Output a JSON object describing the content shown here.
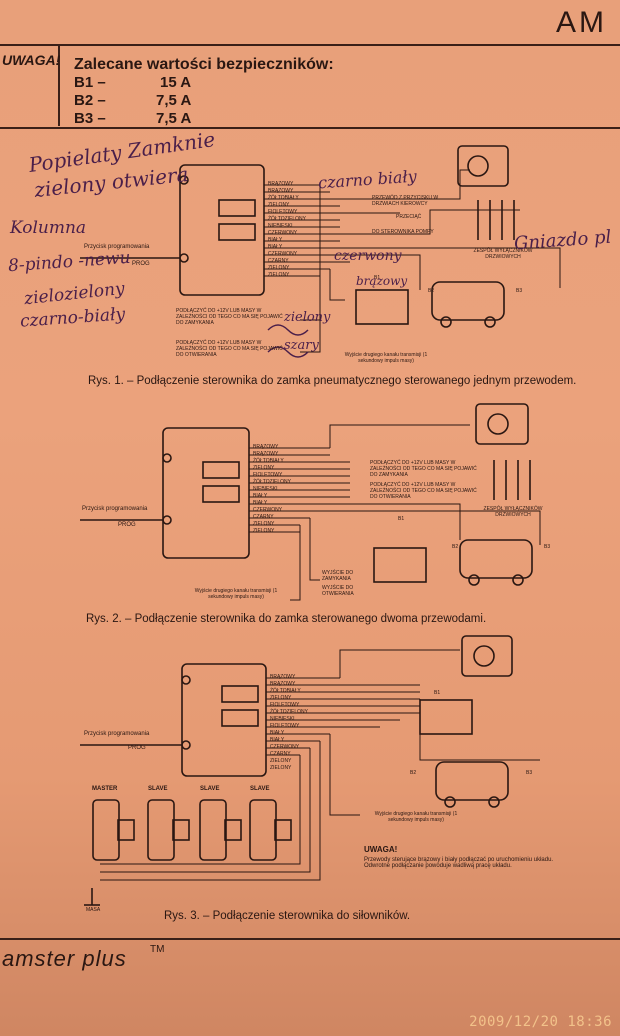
{
  "header": {
    "brand_corner": "AM",
    "warning_label": "UWAGA!",
    "fuse_title": "Zalecane wartości bezpieczników:",
    "fuses": [
      {
        "name": "B1 –",
        "value": "15 A"
      },
      {
        "name": "B2 –",
        "value": "7,5 A"
      },
      {
        "name": "B3 –",
        "value": "7,5 A"
      }
    ]
  },
  "figure1": {
    "caption": "Rys. 1. – Podłączenie sterownika do zamka pneumatycznego sterowanego jednym przewodem.",
    "wires": [
      "BRĄZOWY",
      "BRĄZOWY",
      "ŻÓŁTOBIAŁY",
      "ZIELONY",
      "FIOLETOWY",
      "ŻÓŁTOZIELONY",
      "NIEBIESKI",
      "CZERWONY",
      "BIAŁY",
      "BIAŁY",
      "CZERWONY",
      "CZARNY",
      "ZIELONY",
      "ZIELONY"
    ],
    "prog_label": "Przycisk programowania",
    "prog_sub": "PROG",
    "note_top": "PRZEWÓD Z PRZYCISKU W DRZWIACH KIEROWCY",
    "note_cut": "PRZECIĄĆ",
    "note_pump": "DO STEROWNIKA POMPY",
    "ignition_label": "ZESPÓŁ WYŁĄCZNIKÓW DRZWIOWYCH",
    "note_close": "PODŁĄCZYĆ DO +12V LUB MASY W ZALEŻNOŚCI OD TEGO CO MA SIĘ POJAWIĆ DO ZAMYKANIA",
    "note_open": "PODŁĄCZYĆ DO +12V LUB MASY W ZALEŻNOŚCI OD TEGO CO MA SIĘ POJAWIĆ DO OTWIERANIA",
    "second_channel": "Wyjście drugiego kanału transmisji (1 sekundowy impuls masy)",
    "fuse_b1": "B1",
    "fuse_b2": "B2",
    "fuse_b3": "B3"
  },
  "figure2": {
    "caption": "Rys. 2. – Podłączenie sterownika do zamka sterowanego dwoma przewodami.",
    "wires": [
      "BRĄZOWY",
      "BRĄZOWY",
      "ŻÓŁTOBIAŁY",
      "ZIELONY",
      "FIOLETOWY",
      "ŻÓŁTOZIELONY",
      "NIEBIESKI",
      "BIAŁY",
      "BIAŁY",
      "CZERWONY",
      "CZARNY",
      "ZIELONY",
      "ZIELONY"
    ],
    "prog_label": "Przycisk programowania",
    "prog_sub": "PROG",
    "note_close": "PODŁĄCZYĆ DO +12V LUB MASY W ZALEŻNOŚCI OD TEGO CO MA SIĘ POJAWIĆ DO ZAMYKANIA",
    "note_open": "PODŁĄCZYĆ DO +12V LUB MASY W ZALEŻNOŚCI OD TEGO CO MA SIĘ POJAWIĆ DO OTWIERANIA",
    "out_close": "WYJŚCIE DO ZAMYKANIA",
    "out_open": "WYJŚCIE DO OTWIERANIA",
    "second_channel": "Wyjście drugiego kanału transmisji (1 sekundowy impuls masy)",
    "ignition_label": "ZESPÓŁ WYŁĄCZNIKÓW DRZWIOWYCH",
    "fuse_b1": "B1",
    "fuse_b2": "B2",
    "fuse_b3": "B3"
  },
  "figure3": {
    "caption": "Rys. 3. – Podłączenie sterownika do siłowników.",
    "wires": [
      "BRĄZOWY",
      "BRĄZOWY",
      "ŻÓŁTOBIAŁY",
      "ZIELONY",
      "FIOLETOWY",
      "ŻÓŁTOZIELONY",
      "NIEBIESKI",
      "FIOLETOWY",
      "BIAŁY",
      "BIAŁY",
      "CZERWONY",
      "CZARNY",
      "ZIELONY",
      "ZIELONY"
    ],
    "prog_label": "Przycisk programowania",
    "prog_sub": "PROG",
    "actuators": [
      "MASTER",
      "SLAVE",
      "SLAVE",
      "SLAVE"
    ],
    "ground": "MASA",
    "second_channel": "Wyjście drugiego kanału transmisji (1 sekundowy impuls masy)",
    "warning_title": "UWAGA!",
    "warning_text": "Przewody sterujące brązowy i biały podłączać po uruchomieniu układu. Odwrotne podłączanie powoduje wadliwą pracę układu.",
    "fuse_b1": "B1",
    "fuse_b2": "B2",
    "fuse_b3": "B3"
  },
  "handwriting": {
    "left_top": "Popielaty Zamknie",
    "left_2": "zielony otwiera",
    "left_3": "Kolumna",
    "left_4": "8-pindo -newu",
    "left_5": "zielozielony",
    "left_6": "czarno-biały",
    "right_1": "czarno biały",
    "right_2": "czerwony",
    "right_3": "brązowy",
    "right_far": "Gniazdo pl",
    "ann_a": "zielony",
    "ann_b": "szary"
  },
  "footer": {
    "brand": "amster plus",
    "tm": "TM",
    "timestamp": "2009/12/20 18:36"
  },
  "colors": {
    "paper": "#eba27c",
    "ink": "#2a1712",
    "handwriting": "#4a1f4a",
    "stamp": "#f2c28a"
  }
}
